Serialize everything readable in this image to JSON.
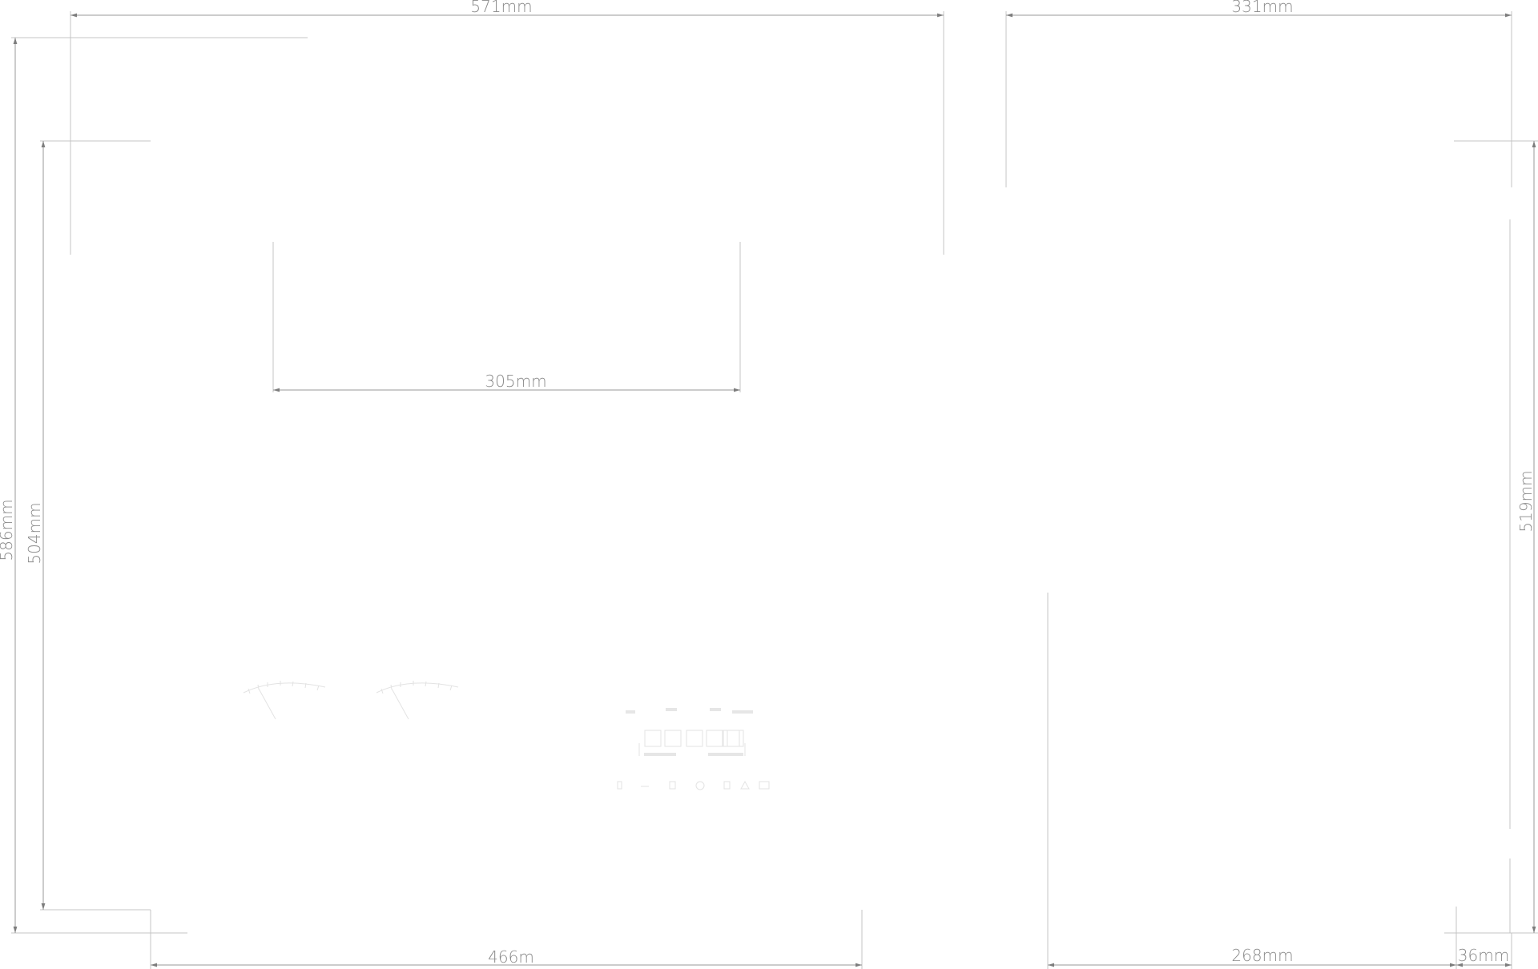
{
  "dimensions": {
    "top_left_width": "571mm",
    "top_right_width": "331mm",
    "left_outer_height": "586mm",
    "left_inner_height": "504mm",
    "inner_width": "305mm",
    "bottom_width": "466m",
    "right_height": "519mm",
    "bottom_right_width": "268mm",
    "bottom_right_small": "36mm"
  },
  "colors": {
    "dimension_line": "#9a9a9a",
    "extension_line": "#c4c4c4",
    "label": "#8a8a8a",
    "faint_detail": "#e3e3e3"
  }
}
